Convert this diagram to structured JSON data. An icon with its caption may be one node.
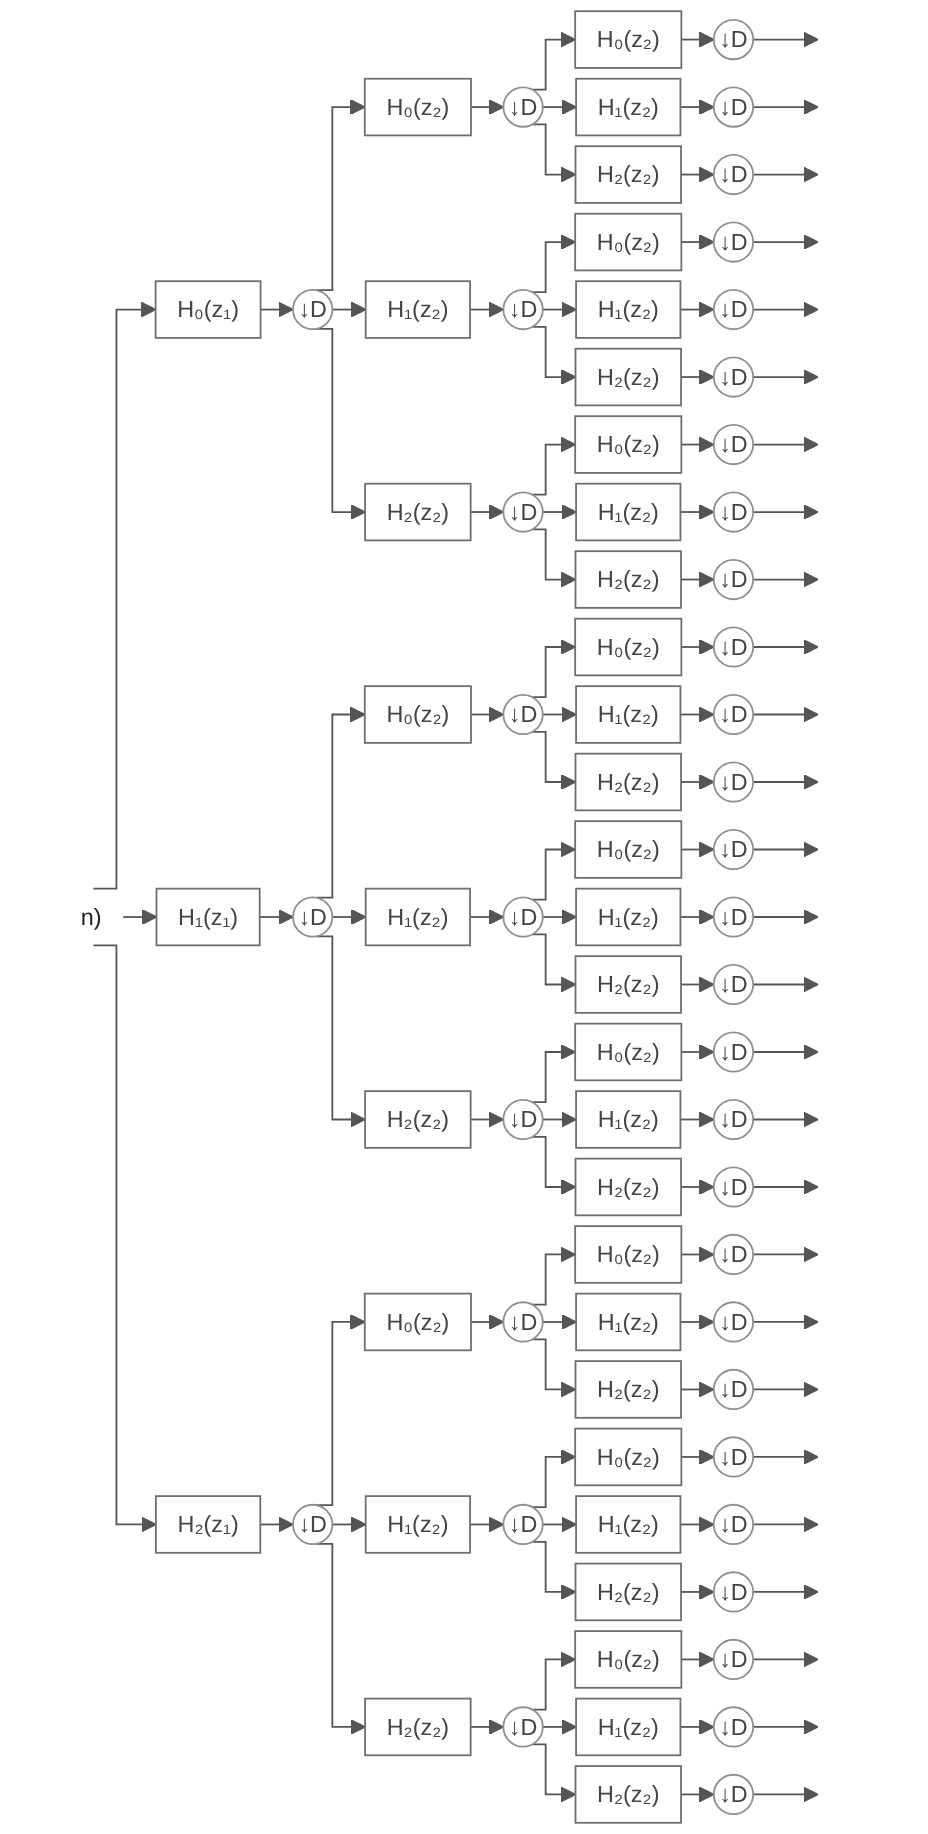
{
  "diagram": {
    "nodes": [
      {
        "text": [
          "n)"
        ]
      },
      {
        "text": [
          "H₀(z₁)"
        ]
      },
      {
        "text": [
          "↓D"
        ]
      },
      {
        "text": [
          "H₀(z₂)"
        ]
      },
      {
        "text": [
          "↓D"
        ]
      },
      {
        "text": [
          "H₀(z₂)"
        ]
      },
      {
        "text": [
          "↓D"
        ]
      },
      {
        "text": [
          "H₁(z₂)"
        ]
      },
      {
        "text": [
          "↓D"
        ]
      },
      {
        "text": [
          "H₂(z₂)"
        ]
      },
      {
        "text": [
          "↓D"
        ]
      },
      {
        "text": [
          "H₁(z₂)"
        ]
      },
      {
        "text": [
          "↓D"
        ]
      },
      {
        "text": [
          "H₀(z₂)"
        ]
      },
      {
        "text": [
          "↓D"
        ]
      },
      {
        "text": [
          "H₁(z₂)"
        ]
      },
      {
        "text": [
          "↓D"
        ]
      },
      {
        "text": [
          "H₂(z₂)"
        ]
      },
      {
        "text": [
          "↓D"
        ]
      },
      {
        "text": [
          "H₂(z₂)"
        ]
      },
      {
        "text": [
          "↓D"
        ]
      },
      {
        "text": [
          "H₀(z₂)"
        ]
      },
      {
        "text": [
          "↓D"
        ]
      },
      {
        "text": [
          "H₁(z₂)"
        ]
      },
      {
        "text": [
          "↓D"
        ]
      },
      {
        "text": [
          "H₂(z₂)"
        ]
      },
      {
        "text": [
          "↓D"
        ]
      },
      {
        "text": [
          "H₁(z₁)"
        ]
      },
      {
        "text": [
          "↓D"
        ]
      },
      {
        "text": [
          "H₀(z₂)"
        ]
      },
      {
        "text": [
          "↓D"
        ]
      },
      {
        "text": [
          "H₀(z₂)"
        ]
      },
      {
        "text": [
          "↓D"
        ]
      },
      {
        "text": [
          "H₁(z₂)"
        ]
      },
      {
        "text": [
          "↓D"
        ]
      },
      {
        "text": [
          "H₂(z₂)"
        ]
      },
      {
        "text": [
          "↓D"
        ]
      },
      {
        "text": [
          "H₁(z₂)"
        ]
      },
      {
        "text": [
          "↓D"
        ]
      },
      {
        "text": [
          "H₀(z₂)"
        ]
      },
      {
        "text": [
          "↓D"
        ]
      },
      {
        "text": [
          "H₁(z₂)"
        ]
      },
      {
        "text": [
          "↓D"
        ]
      },
      {
        "text": [
          "H₂(z₂)"
        ]
      },
      {
        "text": [
          "↓D"
        ]
      },
      {
        "text": [
          "H₂(z₂)"
        ]
      },
      {
        "text": [
          "↓D"
        ]
      },
      {
        "text": [
          "H₀(z₂)"
        ]
      },
      {
        "text": [
          "↓D"
        ]
      },
      {
        "text": [
          "H₁(z₂)"
        ]
      },
      {
        "text": [
          "↓D"
        ]
      },
      {
        "text": [
          "H₂(z₂)"
        ]
      },
      {
        "text": [
          "↓D"
        ]
      },
      {
        "text": [
          "H₂(z₁)"
        ]
      },
      {
        "text": [
          "↓D"
        ]
      },
      {
        "text": [
          "H₀(z₂)"
        ]
      },
      {
        "text": [
          "↓D"
        ]
      },
      {
        "text": [
          "H₀(z₂)"
        ]
      },
      {
        "text": [
          "↓D"
        ]
      },
      {
        "text": [
          "H₁(z₂)"
        ]
      },
      {
        "text": [
          "↓D"
        ]
      },
      {
        "text": [
          "H₂(z₂)"
        ]
      },
      {
        "text": [
          "↓D"
        ]
      },
      {
        "text": [
          "H₁(z₂)"
        ]
      },
      {
        "text": [
          "↓D"
        ]
      },
      {
        "text": [
          "H₀(z₂)"
        ]
      },
      {
        "text": [
          "↓D"
        ]
      },
      {
        "text": [
          "H₁(z₂)"
        ]
      },
      {
        "text": [
          "↓D"
        ]
      },
      {
        "text": [
          "H₂(z₂)"
        ]
      },
      {
        "text": [
          "↓D"
        ]
      },
      {
        "text": [
          "H₂(z₂)"
        ]
      },
      {
        "text": [
          "↓D"
        ]
      },
      {
        "text": [
          "H₀(z₂)"
        ]
      },
      {
        "text": [
          "↓D"
        ]
      },
      {
        "text": [
          "H₁(z₂)"
        ]
      },
      {
        "text": [
          "↓D"
        ]
      },
      {
        "text": [
          "H₂(z₂)"
        ]
      },
      {
        "text": [
          "↓D"
        ]
      }
    ],
    "edges": [
      {
        "from": 0,
        "to": 1,
        "arrow": "to"
      },
      {
        "from": 1,
        "to": 2,
        "arrow": "to"
      },
      {
        "from": 2,
        "to": 3,
        "arrow": "to"
      },
      {
        "from": 3,
        "to": 4,
        "arrow": "to"
      },
      {
        "from": 4,
        "to": 5,
        "arrow": "to"
      },
      {
        "from": 5,
        "to": 6,
        "arrow": "to"
      },
      {
        "from": 6,
        "to": null,
        "arrow": "to"
      },
      {
        "from": 4,
        "to": 7,
        "arrow": "to"
      },
      {
        "from": 7,
        "to": 8,
        "arrow": "to"
      },
      {
        "from": 8,
        "to": null,
        "arrow": "to"
      },
      {
        "from": 4,
        "to": 9,
        "arrow": "to"
      },
      {
        "from": 9,
        "to": 10,
        "arrow": "to"
      },
      {
        "from": 10,
        "to": null,
        "arrow": "to"
      },
      {
        "from": 2,
        "to": 11,
        "arrow": "to"
      },
      {
        "from": 11,
        "to": 12,
        "arrow": "to"
      },
      {
        "from": 12,
        "to": 13,
        "arrow": "to"
      },
      {
        "from": 13,
        "to": 14,
        "arrow": "to"
      },
      {
        "from": 14,
        "to": null,
        "arrow": "to"
      },
      {
        "from": 12,
        "to": 15,
        "arrow": "to"
      },
      {
        "from": 15,
        "to": 16,
        "arrow": "to"
      },
      {
        "from": 16,
        "to": null,
        "arrow": "to"
      },
      {
        "from": 12,
        "to": 17,
        "arrow": "to"
      },
      {
        "from": 17,
        "to": 18,
        "arrow": "to"
      },
      {
        "from": 18,
        "to": null,
        "arrow": "to"
      },
      {
        "from": 2,
        "to": 19,
        "arrow": "to"
      },
      {
        "from": 19,
        "to": 20,
        "arrow": "to"
      },
      {
        "from": 20,
        "to": 21,
        "arrow": "to"
      },
      {
        "from": 21,
        "to": 22,
        "arrow": "to"
      },
      {
        "from": 22,
        "to": null,
        "arrow": "to"
      },
      {
        "from": 20,
        "to": 23,
        "arrow": "to"
      },
      {
        "from": 23,
        "to": 24,
        "arrow": "to"
      },
      {
        "from": 24,
        "to": null,
        "arrow": "to"
      },
      {
        "from": 20,
        "to": 25,
        "arrow": "to"
      },
      {
        "from": 25,
        "to": 26,
        "arrow": "to"
      },
      {
        "from": 26,
        "to": null,
        "arrow": "to"
      },
      {
        "from": 0,
        "to": 27,
        "arrow": "to"
      },
      {
        "from": 27,
        "to": 28,
        "arrow": "to"
      },
      {
        "from": 28,
        "to": 29,
        "arrow": "to"
      },
      {
        "from": 29,
        "to": 30,
        "arrow": "to"
      },
      {
        "from": 30,
        "to": 31,
        "arrow": "to"
      },
      {
        "from": 31,
        "to": 32,
        "arrow": "to"
      },
      {
        "from": 32,
        "to": null,
        "arrow": "to"
      },
      {
        "from": 30,
        "to": 33,
        "arrow": "to"
      },
      {
        "from": 33,
        "to": 34,
        "arrow": "to"
      },
      {
        "from": 34,
        "to": null,
        "arrow": "to"
      },
      {
        "from": 30,
        "to": 35,
        "arrow": "to"
      },
      {
        "from": 35,
        "to": 36,
        "arrow": "to"
      },
      {
        "from": 36,
        "to": null,
        "arrow": "to"
      },
      {
        "from": 28,
        "to": 37,
        "arrow": "to"
      },
      {
        "from": 37,
        "to": 38,
        "arrow": "to"
      },
      {
        "from": 38,
        "to": 39,
        "arrow": "to"
      },
      {
        "from": 39,
        "to": 40,
        "arrow": "to"
      },
      {
        "from": 40,
        "to": null,
        "arrow": "to"
      },
      {
        "from": 38,
        "to": 41,
        "arrow": "to"
      },
      {
        "from": 41,
        "to": 42,
        "arrow": "to"
      },
      {
        "from": 42,
        "to": null,
        "arrow": "to"
      },
      {
        "from": 38,
        "to": 43,
        "arrow": "to"
      },
      {
        "from": 43,
        "to": 44,
        "arrow": "to"
      },
      {
        "from": 44,
        "to": null,
        "arrow": "to"
      },
      {
        "from": 28,
        "to": 45,
        "arrow": "to"
      },
      {
        "from": 45,
        "to": 46,
        "arrow": "to"
      },
      {
        "from": 46,
        "to": 47,
        "arrow": "to"
      },
      {
        "from": 47,
        "to": 48,
        "arrow": "to"
      },
      {
        "from": 48,
        "to": null,
        "arrow": "to"
      },
      {
        "from": 46,
        "to": 49,
        "arrow": "to"
      },
      {
        "from": 49,
        "to": 50,
        "arrow": "to"
      },
      {
        "from": 50,
        "to": null,
        "arrow": "to"
      },
      {
        "from": 46,
        "to": 51,
        "arrow": "to"
      },
      {
        "from": 51,
        "to": 52,
        "arrow": "to"
      },
      {
        "from": 52,
        "to": null,
        "arrow": "to"
      },
      {
        "from": 0,
        "to": 53,
        "arrow": "to"
      },
      {
        "from": 53,
        "to": 54,
        "arrow": "to"
      },
      {
        "from": 54,
        "to": 55,
        "arrow": "to"
      },
      {
        "from": 55,
        "to": 56,
        "arrow": "to"
      },
      {
        "from": 56,
        "to": 57,
        "arrow": "to"
      },
      {
        "from": 57,
        "to": 58,
        "arrow": "to"
      },
      {
        "from": 58,
        "to": null,
        "arrow": "to"
      },
      {
        "from": 56,
        "to": 59,
        "arrow": "to"
      },
      {
        "from": 59,
        "to": 60,
        "arrow": "to"
      },
      {
        "from": 60,
        "to": null,
        "arrow": "to"
      },
      {
        "from": 56,
        "to": 61,
        "arrow": "to"
      },
      {
        "from": 61,
        "to": 62,
        "arrow": "to"
      },
      {
        "from": 62,
        "to": null,
        "arrow": "to"
      },
      {
        "from": 54,
        "to": 63,
        "arrow": "to"
      },
      {
        "from": 63,
        "to": 64,
        "arrow": "to"
      },
      {
        "from": 64,
        "to": 65,
        "arrow": "to"
      },
      {
        "from": 65,
        "to": 66,
        "arrow": "to"
      },
      {
        "from": 66,
        "to": null,
        "arrow": "to"
      },
      {
        "from": 64,
        "to": 67,
        "arrow": "to"
      },
      {
        "from": 67,
        "to": 68,
        "arrow": "to"
      },
      {
        "from": 68,
        "to": null,
        "arrow": "to"
      },
      {
        "from": 64,
        "to": 69,
        "arrow": "to"
      },
      {
        "from": 69,
        "to": 70,
        "arrow": "to"
      },
      {
        "from": 70,
        "to": null,
        "arrow": "to"
      },
      {
        "from": 54,
        "to": 71,
        "arrow": "to"
      },
      {
        "from": 71,
        "to": 72,
        "arrow": "to"
      },
      {
        "from": 72,
        "to": 73,
        "arrow": "to"
      },
      {
        "from": 73,
        "to": 74,
        "arrow": "to"
      },
      {
        "from": 74,
        "to": null,
        "arrow": "to"
      },
      {
        "from": 72,
        "to": 75,
        "arrow": "to"
      },
      {
        "from": 75,
        "to": 76,
        "arrow": "to"
      },
      {
        "from": 76,
        "to": null,
        "arrow": "to"
      },
      {
        "from": 72,
        "to": 77,
        "arrow": "to"
      },
      {
        "from": 77,
        "to": 78,
        "arrow": "to"
      },
      {
        "from": 78,
        "to": null,
        "arrow": "to"
      }
    ]
  }
}
